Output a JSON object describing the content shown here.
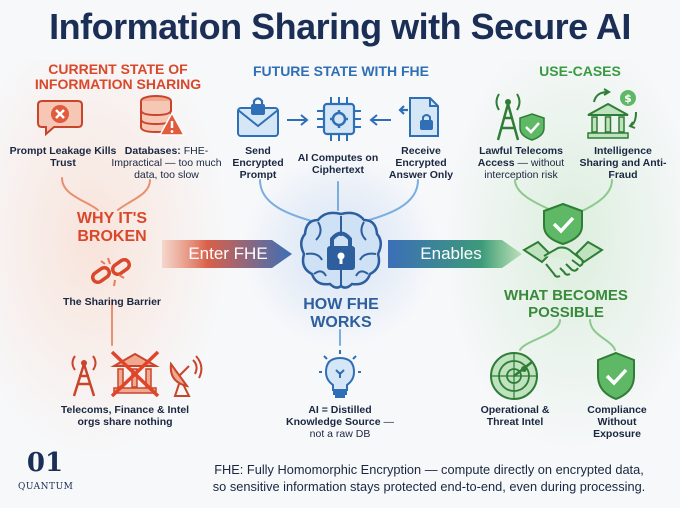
{
  "title": "Information Sharing with Secure AI",
  "sections": {
    "current": "CURRENT STATE OF INFORMATION SHARING",
    "future": "FUTURE STATE WITH FHE",
    "usecases": "USE-CASES"
  },
  "current": {
    "prompt_leakage": "Prompt Leakage Kills Trust",
    "databases_bold": "Databases:",
    "databases_rest": "FHE-Impractical — too much data, too slow",
    "why_broken": "WHY IT'S BROKEN",
    "sharing_barrier": "The Sharing Barrier",
    "orgs_share_nothing": "Telecoms, Finance & Intel orgs share nothing"
  },
  "future": {
    "send": "Send Encrypted Prompt",
    "compute": "AI Computes on Ciphertext",
    "receive": "Receive Encrypted Answer Only",
    "how_fhe_works": "HOW FHE WORKS",
    "distilled": "AI = Distilled Knowledge Source",
    "distilled_rest": "— not a raw DB"
  },
  "arrows": {
    "enter": "Enter FHE",
    "enables": "Enables"
  },
  "usecases": {
    "lawful_bold": "Lawful Telecoms Access",
    "lawful_rest": "— without interception risk",
    "intel": "Intelligence Sharing and Anti-Fraud",
    "what_becomes_possible": "WHAT BECOMES POSSIBLE",
    "operational": "Operational & Threat Intel",
    "compliance": "Compliance Without Exposure"
  },
  "footer": {
    "line1": "FHE: Fully Homomorphic Encryption — compute directly on encrypted data,",
    "line2": "so sensitive information stays protected end-to-end, even during processing."
  },
  "logo": {
    "number": "01",
    "name": "QUANTUM"
  },
  "colors": {
    "red": "#d9482b",
    "blue": "#2f6fb5",
    "green": "#3a9a44",
    "navy": "#1b2e55"
  }
}
